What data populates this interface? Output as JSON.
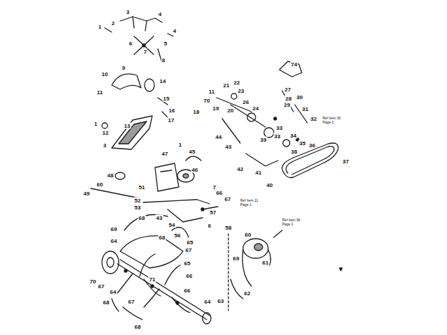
{
  "diagram": {
    "labels": [
      "3",
      "4",
      "1",
      "2",
      "4",
      "6",
      "5",
      "7",
      "8",
      "9",
      "10",
      "14",
      "11",
      "15",
      "16",
      "17",
      "18",
      "1",
      "12",
      "3",
      "13",
      "45",
      "47",
      "46",
      "1",
      "51",
      "48",
      "60",
      "49",
      "52",
      "53",
      "74",
      "21",
      "22",
      "23",
      "11",
      "70",
      "26",
      "19",
      "24",
      "20",
      "44",
      "43",
      "27",
      "28",
      "30",
      "29",
      "31",
      "32",
      "Ref Item 30 Page 1",
      "33",
      "34",
      "35",
      "36",
      "38",
      "39",
      "33",
      "42",
      "41",
      "40",
      "37",
      "66",
      "67",
      "7",
      "57",
      "6",
      "43",
      "54",
      "56",
      "58",
      "Ref Item 11 Page 1",
      "Ref Item 36 Page 1",
      "60",
      "69",
      "61",
      "62",
      "63",
      "68",
      "69",
      "64",
      "68",
      "65",
      "67",
      "65",
      "66",
      "70",
      "71",
      "67",
      "64",
      "66",
      "67",
      "68",
      "68",
      "64"
    ]
  }
}
